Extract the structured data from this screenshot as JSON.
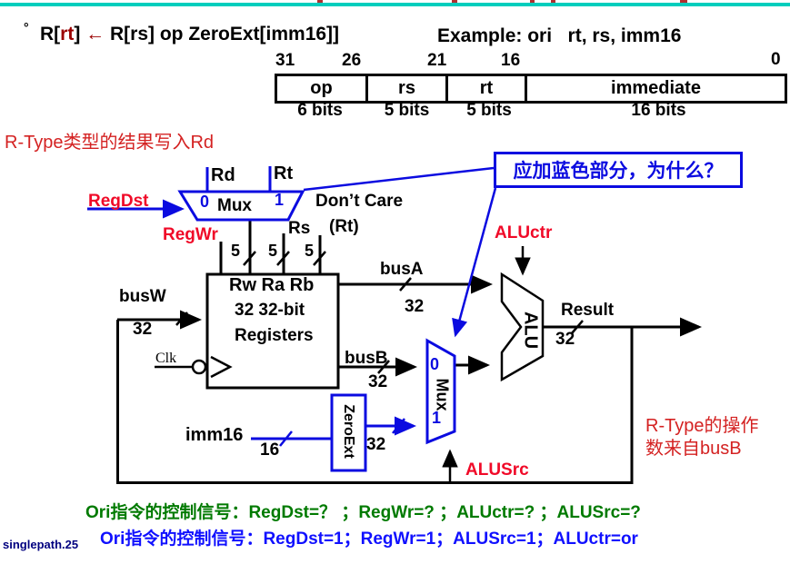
{
  "colors": {
    "teal_rule": "#00cebd",
    "diagram_blue": "#0b0be0",
    "signal_red": "#f00a28",
    "note_red": "#d42222",
    "maroon": "#9b0000",
    "question_green": "#007a00",
    "answer_blue": "#1010ff",
    "slide_navy": "#00007f"
  },
  "header": {
    "bullet": "°",
    "formula_pre": "R[",
    "formula_rt": "rt",
    "formula_mid": "] ",
    "formula_arrow": "←",
    "formula_rest": " R[rs] op ZeroExt[imm16]]",
    "example": "Example: ori   rt, rs, imm16"
  },
  "format_table": {
    "bit_positions": [
      "31",
      "26",
      "21",
      "16",
      "0"
    ],
    "fields": [
      {
        "label": "op",
        "bits": "6 bits"
      },
      {
        "label": "rs",
        "bits": "5 bits"
      },
      {
        "label": "rt",
        "bits": "5 bits"
      },
      {
        "label": "immediate",
        "bits": "16 bits"
      }
    ]
  },
  "annotations": {
    "rtype_writeback": "R-Type类型的结果写入Rd",
    "callout": "应加蓝色部分，为什么？",
    "rtype_operand_line1": "R-Type的操作",
    "rtype_operand_line2": "数来自busB"
  },
  "datapath": {
    "regdst": "RegDst",
    "regwr": "RegWr",
    "rd": "Rd",
    "rt": "Rt",
    "rs": "Rs",
    "mux": "Mux",
    "mux_in0": "0",
    "mux_in1": "1",
    "dont_care_line1": "Don’t Care",
    "dont_care_line2": "(Rt)",
    "width5": "5",
    "width16": "16",
    "width32": "32",
    "busw": "busW",
    "busa": "busA",
    "busb": "busB",
    "clk": "Clk",
    "regfile_ports": "Rw Ra Rb",
    "regfile_line1": "32 32-bit",
    "regfile_line2": "Registers",
    "imm16": "imm16",
    "zeroext": "ZeroExt",
    "alu": "ALU",
    "aluctr": "ALUctr",
    "alusrc": "ALUSrc",
    "result": "Result"
  },
  "footer": {
    "question_line": "Ori指令的控制信号：RegDst=？ ；RegWr=? ；ALUctr=? ；ALUSrc=?",
    "answer_line": "Ori指令的控制信号：RegDst=1；RegWr=1；ALUSrc=1；ALUctr=or",
    "slide_id": "singlepath.25"
  }
}
